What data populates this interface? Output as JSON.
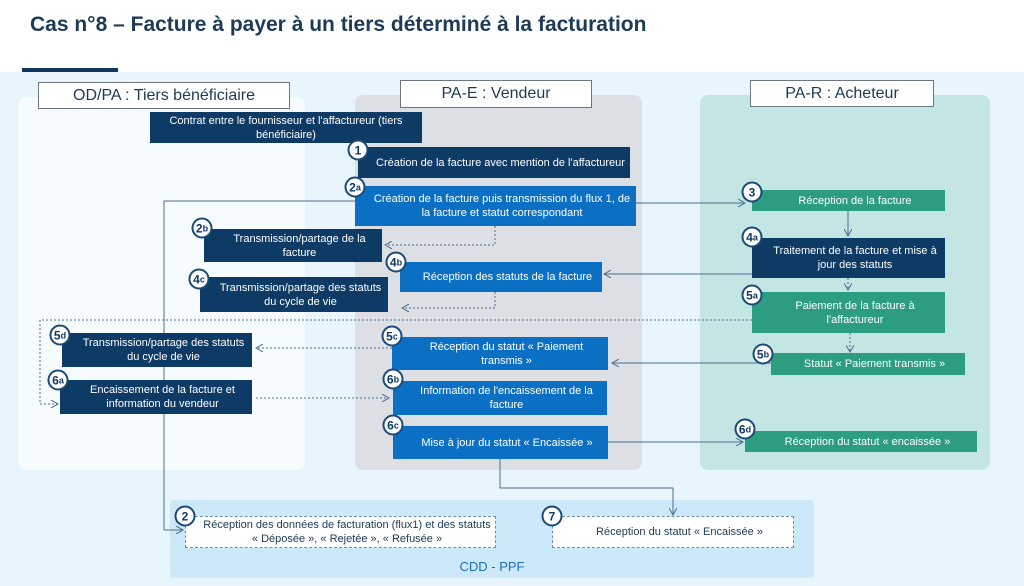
{
  "title": "Cas n°8 – Facture à payer à un tiers déterminé à la facturation",
  "columns": {
    "od": "OD/PA : Tiers bénéficiaire",
    "pae": "PA-E : Vendeur",
    "par": "PA-R : Acheteur",
    "cdd": "CDD - PPF"
  },
  "steps": {
    "contract": {
      "text": "Contrat entre le fournisseur et l'affactureur (tiers bénéficiaire)"
    },
    "s1": {
      "num": "1",
      "sub": "",
      "text": "Création de la facture avec mention de l'affactureur"
    },
    "s2a": {
      "num": "2",
      "sub": "a",
      "text": "Création de la facture puis transmission du flux 1, de la facture et statut correspondant"
    },
    "s2b": {
      "num": "2",
      "sub": "b",
      "text": "Transmission/partage de la facture"
    },
    "s3": {
      "num": "3",
      "sub": "",
      "text": "Réception de la facture"
    },
    "s4a": {
      "num": "4",
      "sub": "a",
      "text": "Traitement de la facture et mise à jour des statuts"
    },
    "s4b": {
      "num": "4",
      "sub": "b",
      "text": "Réception des statuts de la facture"
    },
    "s4c": {
      "num": "4",
      "sub": "c",
      "text": "Transmission/partage des statuts du cycle de vie"
    },
    "s5a": {
      "num": "5",
      "sub": "a",
      "text": "Paiement de la facture à l'affactureur"
    },
    "s5b": {
      "num": "5",
      "sub": "b",
      "text": "Statut « Paiement transmis »"
    },
    "s5c": {
      "num": "5",
      "sub": "c",
      "text": "Réception du statut « Paiement transmis »"
    },
    "s5d": {
      "num": "5",
      "sub": "d",
      "text": "Transmission/partage des statuts du cycle de vie"
    },
    "s6a": {
      "num": "6",
      "sub": "a",
      "text": "Encaissement de la facture et information du vendeur"
    },
    "s6b": {
      "num": "6",
      "sub": "b",
      "text": "Information de l'encaissement de la facture"
    },
    "s6c": {
      "num": "6",
      "sub": "c",
      "text": "Mise à jour du statut « Encaissée »"
    },
    "s6d": {
      "num": "6",
      "sub": "d",
      "text": "Réception du statut « encaissée »"
    },
    "c2": {
      "num": "2",
      "sub": "",
      "text": "Réception des données de facturation (flux1) et des statuts « Déposée », « Rejetée », « Refusée »"
    },
    "c7": {
      "num": "7",
      "sub": "",
      "text": "Réception du statut « Encaissée »"
    }
  }
}
